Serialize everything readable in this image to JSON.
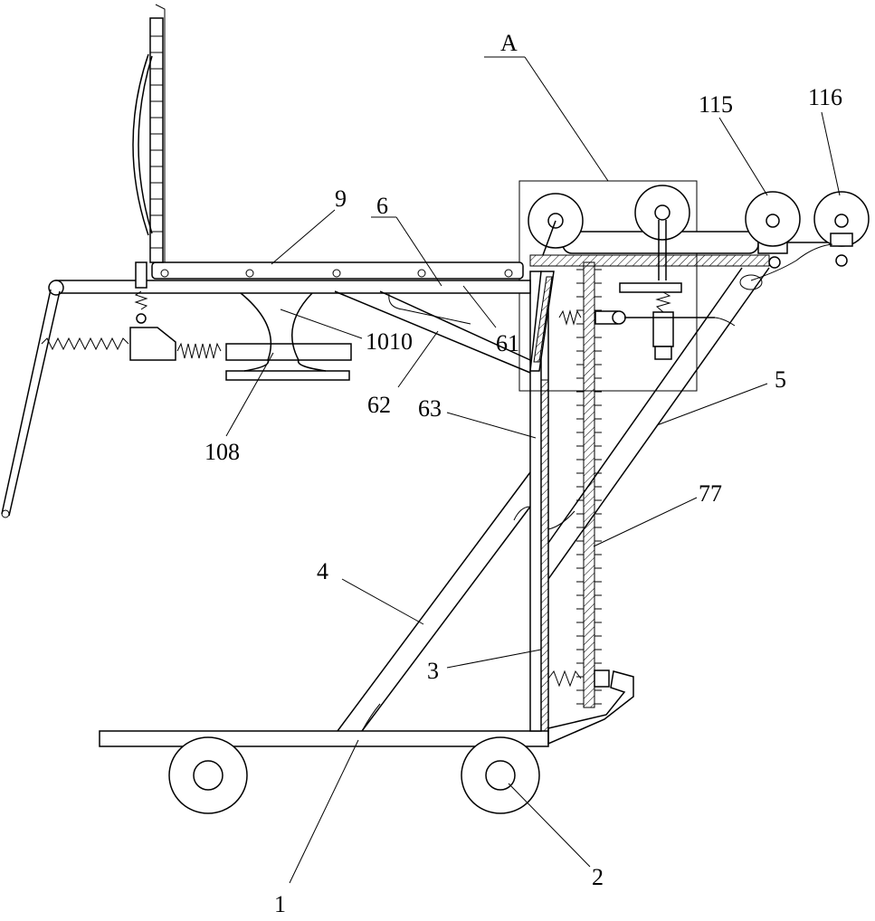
{
  "labels": {
    "A": "A",
    "l115": "115",
    "l116": "116",
    "l9": "9",
    "l6": "6",
    "l61": "61",
    "l1010": "1010",
    "l62": "62",
    "l63": "63",
    "l108": "108",
    "l5": "5",
    "l77": "77",
    "l4": "4",
    "l3": "3",
    "l1": "1",
    "l2": "2"
  }
}
